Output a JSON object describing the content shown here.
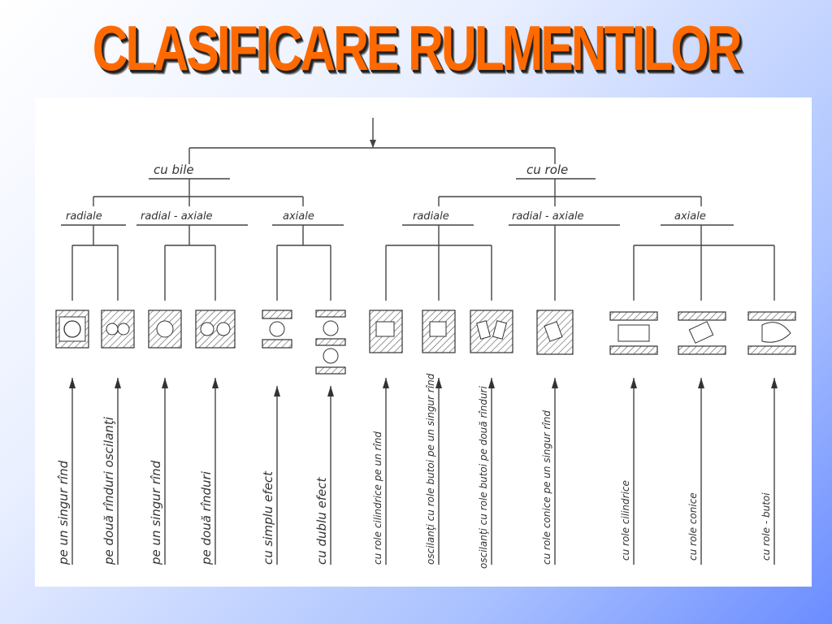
{
  "title": "CLASIFICARE RULMENTILOR",
  "diagram": {
    "groups": [
      {
        "label": "cu bile",
        "subgroups": [
          {
            "label": "radiale",
            "leaves": [
              "pe un singur rînd",
              "pe două rînduri oscilanţi"
            ]
          },
          {
            "label": "radial - axiale",
            "leaves": [
              "pe un singur rînd",
              "pe două rînduri"
            ]
          },
          {
            "label": "axiale",
            "leaves": [
              "cu simplu efect",
              "cu dublu efect"
            ]
          }
        ]
      },
      {
        "label": "cu role",
        "subgroups": [
          {
            "label": "radiale",
            "leaves": [
              "cu role cilindrice pe un rînd",
              "oscilanţi cu role butoi pe un singur rînd",
              "oscilanţi cu role butoi pe două rînduri"
            ]
          },
          {
            "label": "radial - axiale",
            "leaves": [
              "cu role conice pe un singur rînd"
            ]
          },
          {
            "label": "axiale",
            "leaves": [
              "cu role cilindrice",
              "cu role conice",
              "cu role - butoi"
            ]
          }
        ]
      }
    ]
  }
}
